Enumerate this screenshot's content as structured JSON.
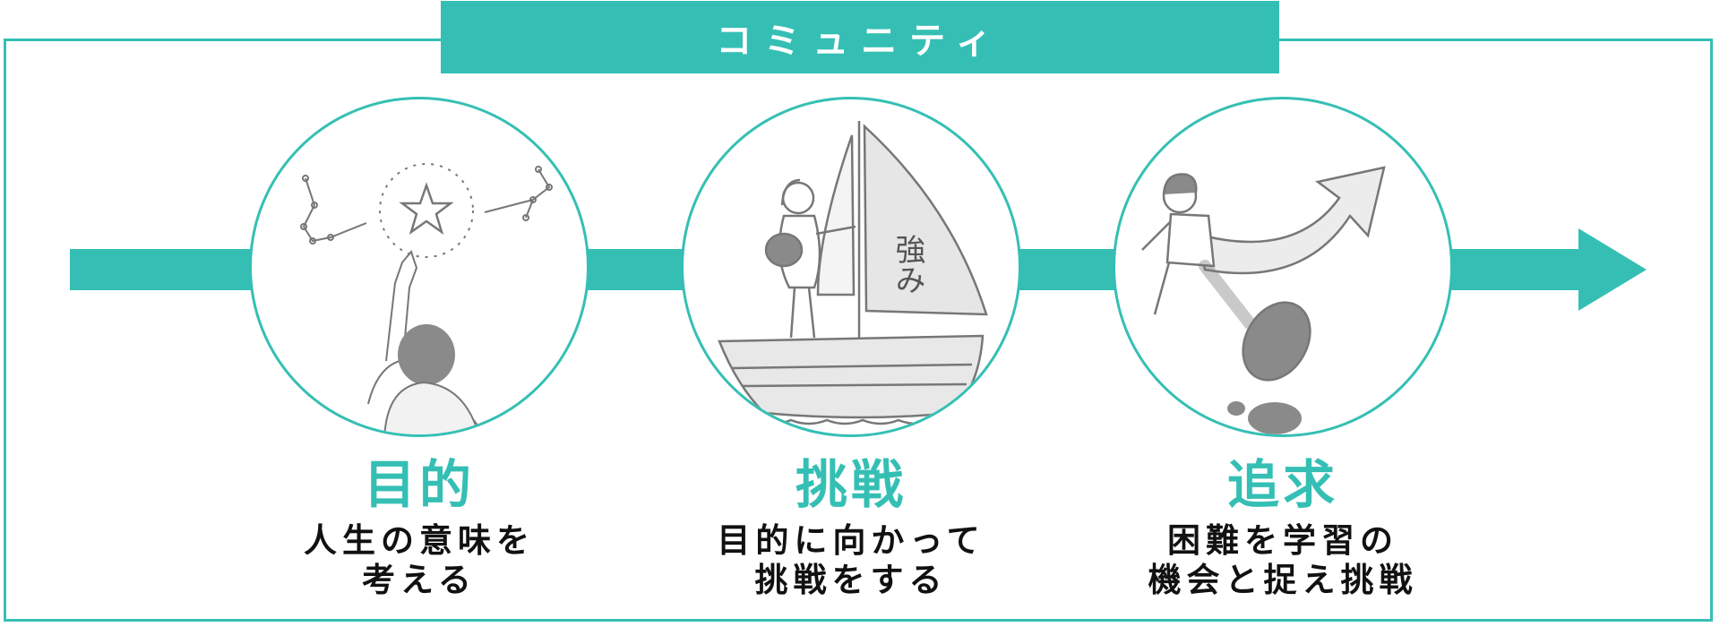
{
  "banner": {
    "label": "コミュニティ"
  },
  "colors": {
    "accent": "#35bfb4",
    "text": "#111111",
    "illustration_gray": "#9a9a9a"
  },
  "steps": [
    {
      "title": "目的",
      "description_lines": [
        "人生の意味を",
        "考える"
      ],
      "illustration": "person-pointing-at-star-constellations"
    },
    {
      "title": "挑戦",
      "description_lines": [
        "目的に向かって",
        "挑戦をする"
      ],
      "illustration": "person-on-sailboat",
      "illustration_label": "強み"
    },
    {
      "title": "追求",
      "description_lines": [
        "困難を学習の",
        "機会と捉え挑戦"
      ],
      "illustration": "person-running-with-upward-arrow"
    }
  ]
}
